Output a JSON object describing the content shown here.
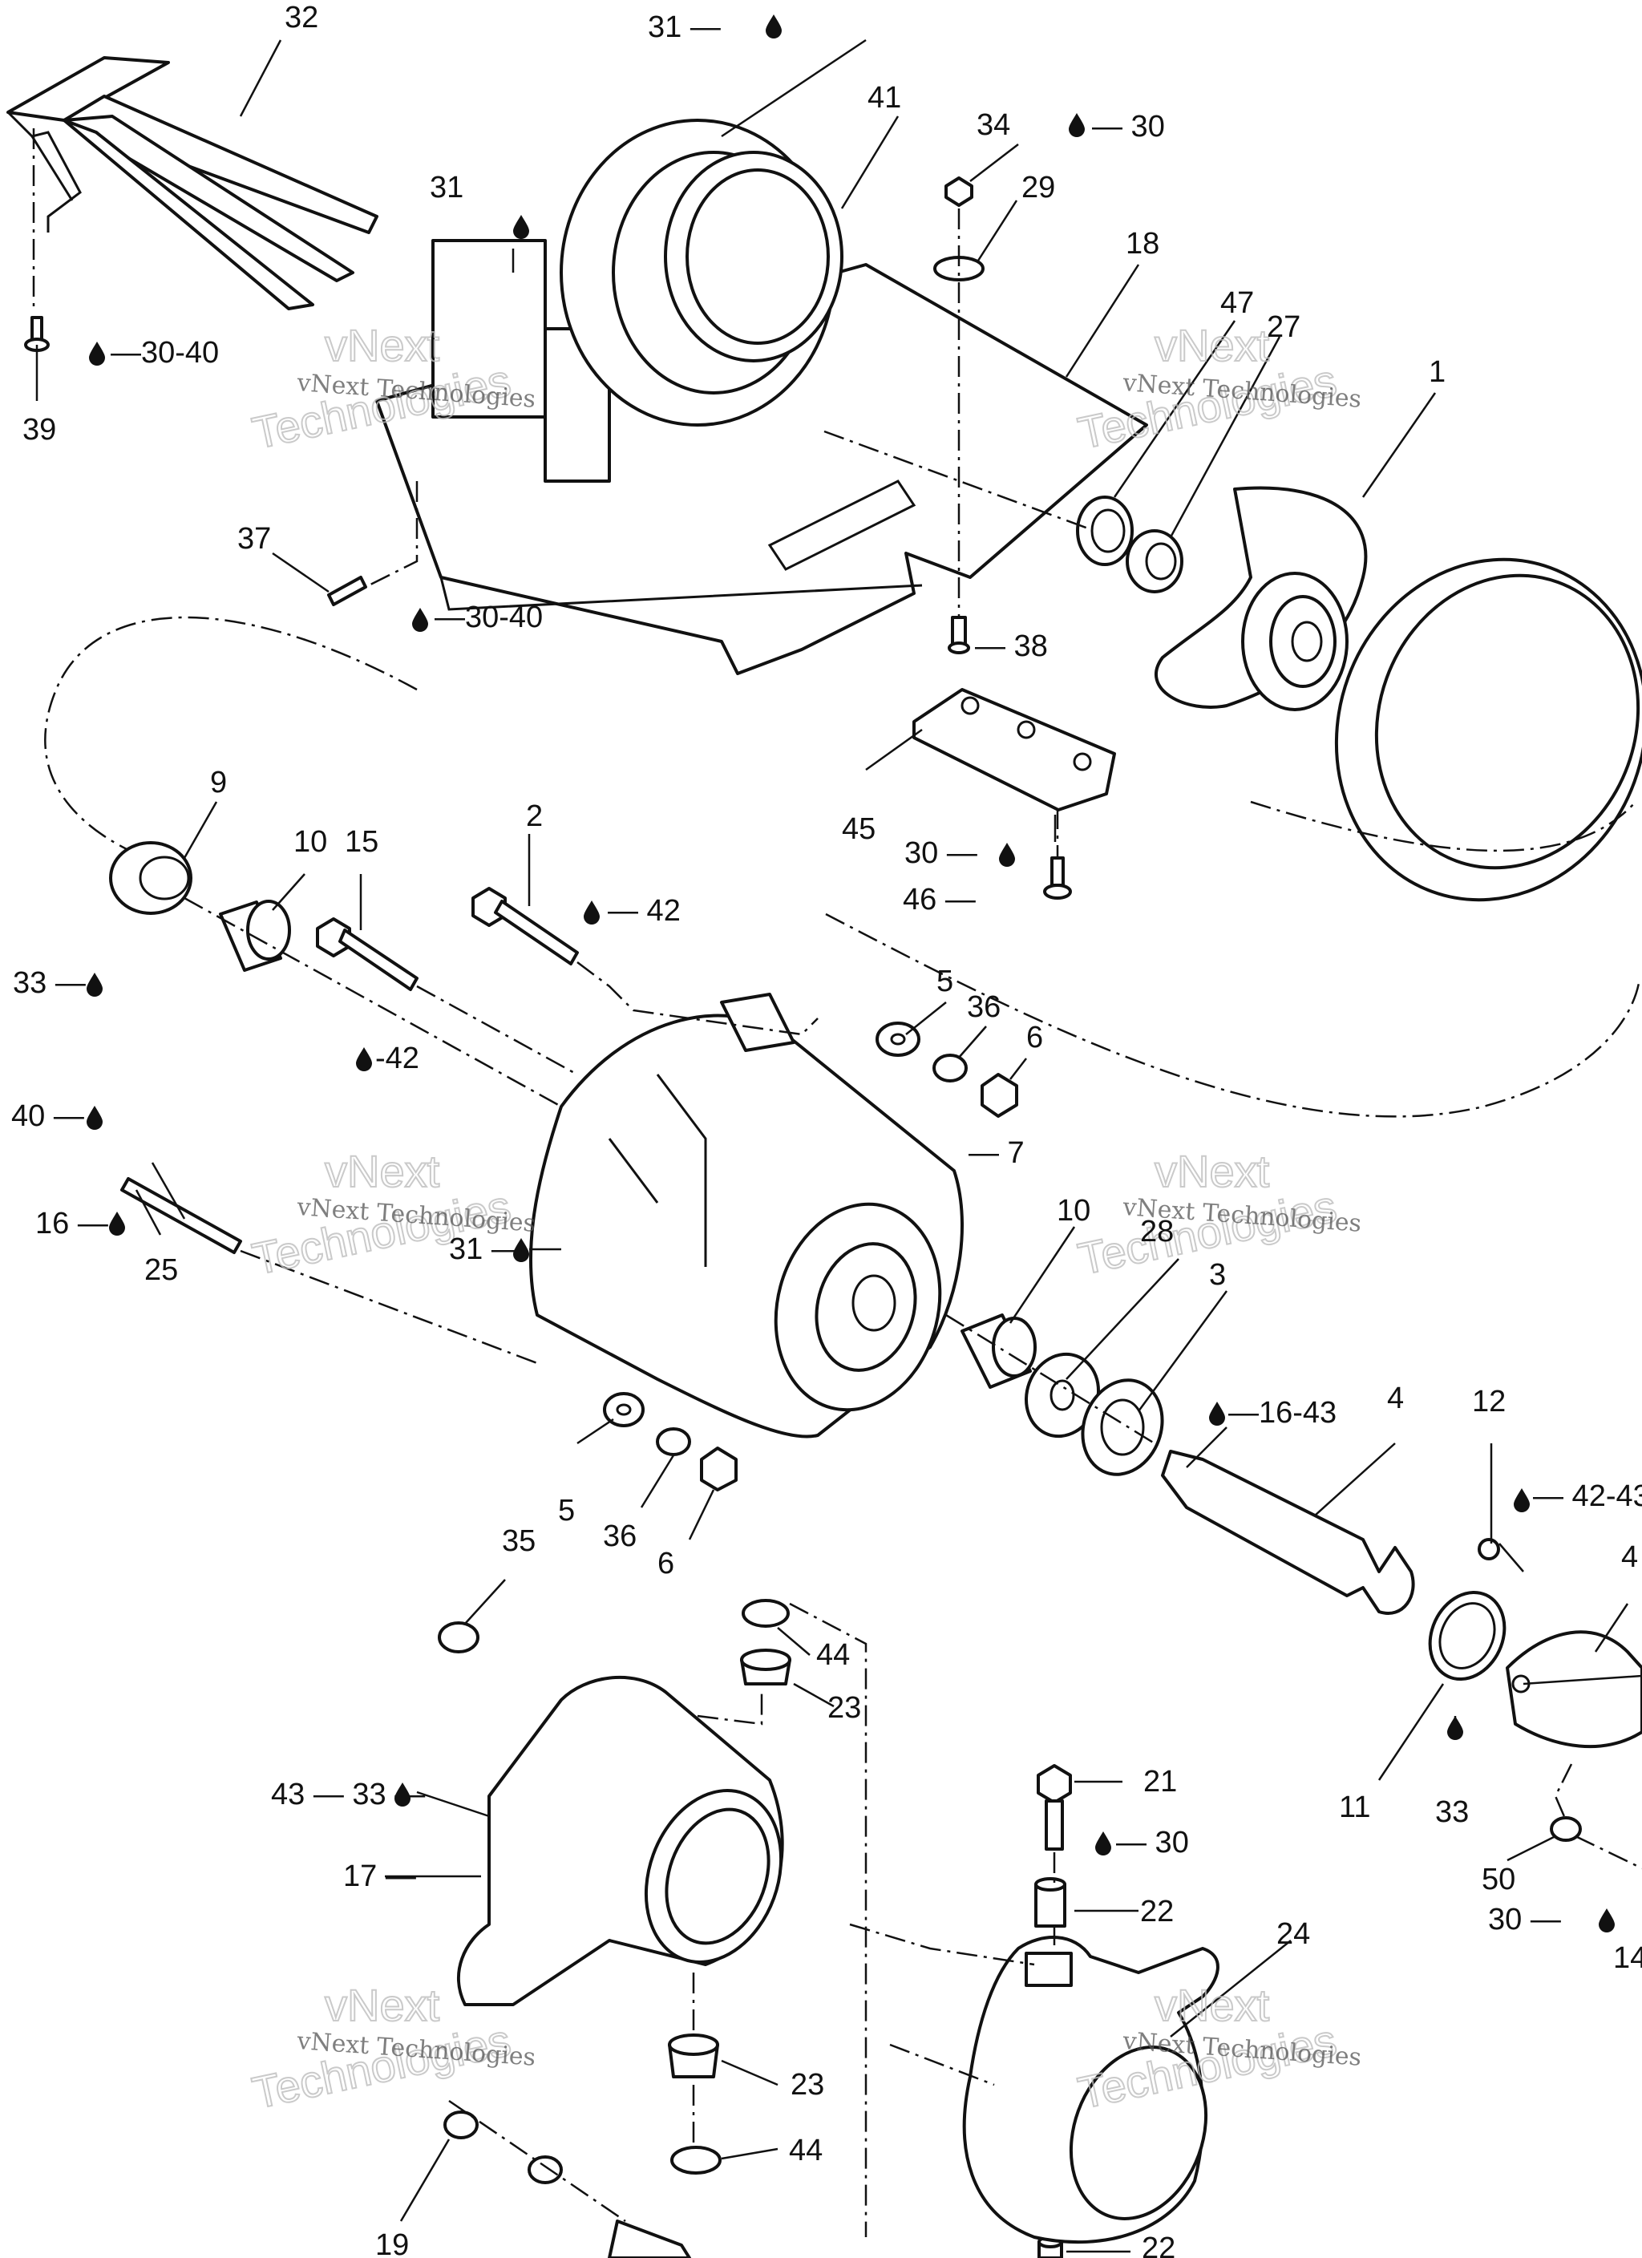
{
  "watermark": {
    "line1": "vNext Technologies",
    "line2": "vNext",
    "line3": "Technologies"
  },
  "callouts": [
    {
      "id": "c32",
      "text": "32"
    },
    {
      "id": "c31a",
      "text": "31 —"
    },
    {
      "id": "c41",
      "text": "41"
    },
    {
      "id": "c34",
      "text": "34"
    },
    {
      "id": "c30a",
      "text": "— 30"
    },
    {
      "id": "c29",
      "text": "29"
    },
    {
      "id": "c31b",
      "text": "31"
    },
    {
      "id": "c18",
      "text": "18"
    },
    {
      "id": "c47",
      "text": "47"
    },
    {
      "id": "c27",
      "text": "27"
    },
    {
      "id": "c1",
      "text": "1"
    },
    {
      "id": "c3040a",
      "text": "—30-40"
    },
    {
      "id": "c39",
      "text": "39"
    },
    {
      "id": "c37",
      "text": "37"
    },
    {
      "id": "c3040b",
      "text": "—30-40"
    },
    {
      "id": "c38",
      "text": "— 38"
    },
    {
      "id": "c45",
      "text": "45"
    },
    {
      "id": "c30b",
      "text": "30 —"
    },
    {
      "id": "c46",
      "text": "46 —"
    },
    {
      "id": "c9",
      "text": "9"
    },
    {
      "id": "c10a",
      "text": "10"
    },
    {
      "id": "c15",
      "text": "15"
    },
    {
      "id": "c2",
      "text": "2"
    },
    {
      "id": "c42a",
      "text": "— 42"
    },
    {
      "id": "c33a",
      "text": "33 —"
    },
    {
      "id": "c42b",
      "text": "-42"
    },
    {
      "id": "c5a",
      "text": "5"
    },
    {
      "id": "c36a",
      "text": "36"
    },
    {
      "id": "c6a",
      "text": "6"
    },
    {
      "id": "c40",
      "text": "40 —"
    },
    {
      "id": "c7",
      "text": "— 7"
    },
    {
      "id": "c16",
      "text": "16 —"
    },
    {
      "id": "c25",
      "text": "25"
    },
    {
      "id": "c31c",
      "text": "31 —"
    },
    {
      "id": "c10b",
      "text": "10"
    },
    {
      "id": "c28",
      "text": "28"
    },
    {
      "id": "c3",
      "text": "3"
    },
    {
      "id": "c1643",
      "text": "—16-43"
    },
    {
      "id": "c4a",
      "text": "4"
    },
    {
      "id": "c12",
      "text": "12"
    },
    {
      "id": "c4243",
      "text": "— 42-43"
    },
    {
      "id": "c4b",
      "text": "4"
    },
    {
      "id": "c5b",
      "text": "5"
    },
    {
      "id": "c36b",
      "text": "36"
    },
    {
      "id": "c6b",
      "text": "6"
    },
    {
      "id": "c35",
      "text": "35"
    },
    {
      "id": "c44a",
      "text": "44"
    },
    {
      "id": "c23a",
      "text": "23"
    },
    {
      "id": "c4333",
      "text": "43 — 33 —"
    },
    {
      "id": "c17",
      "text": "17 —"
    },
    {
      "id": "c21",
      "text": "21"
    },
    {
      "id": "c30c",
      "text": "— 30"
    },
    {
      "id": "c11",
      "text": "11"
    },
    {
      "id": "c33b",
      "text": "33"
    },
    {
      "id": "c50",
      "text": "50"
    },
    {
      "id": "c30d",
      "text": "30 —"
    },
    {
      "id": "c14",
      "text": "14"
    },
    {
      "id": "c22a",
      "text": "22"
    },
    {
      "id": "c24",
      "text": "24"
    },
    {
      "id": "c23b",
      "text": "23"
    },
    {
      "id": "c44b",
      "text": "44"
    },
    {
      "id": "c19",
      "text": "19"
    },
    {
      "id": "c22b",
      "text": "22"
    }
  ]
}
